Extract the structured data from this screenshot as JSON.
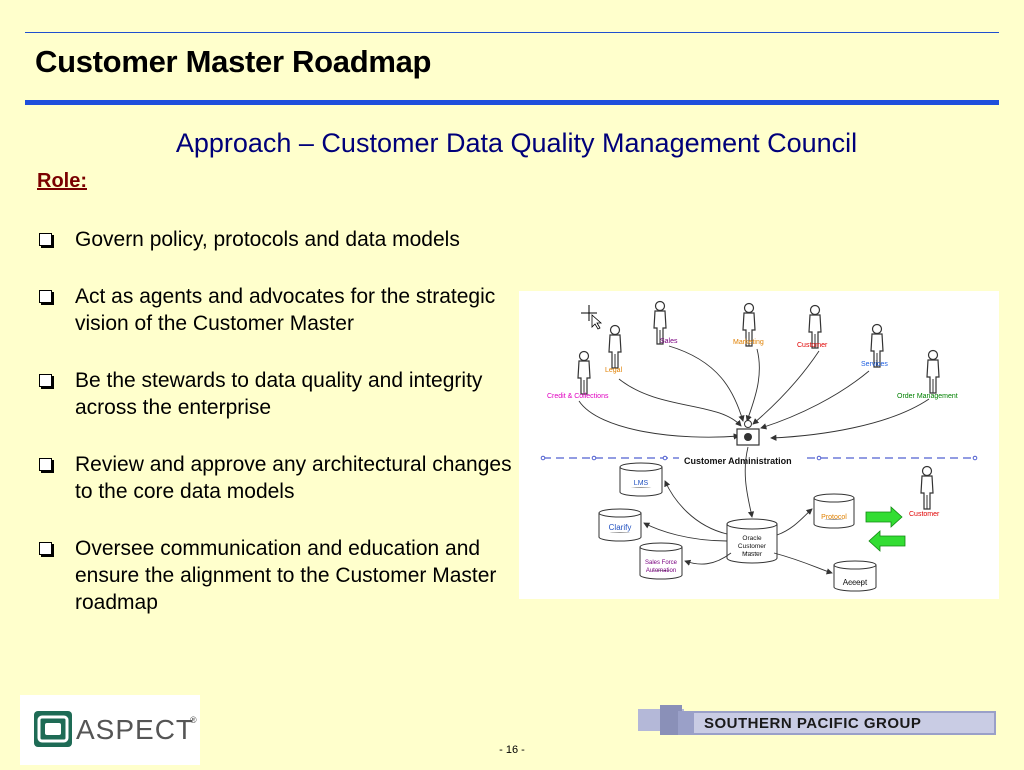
{
  "slide": {
    "title": "Customer Master Roadmap",
    "subtitle": "Approach – Customer Data Quality Management Council",
    "role_label": "Role:",
    "bullets": [
      "Govern policy, protocols and data models",
      "Act as agents and advocates for the strategic vision of the Customer Master",
      "Be the stewards to data quality and integrity across the enterprise",
      "Review and approve any architectural changes to the core data models",
      "Oversee communication and education and ensure the alignment to the Customer Master roadmap"
    ],
    "page_number": "- 16 -"
  },
  "diagram": {
    "actors": {
      "sales": "Sales",
      "marketing": "Marketing",
      "customer_top": "Customer",
      "services": "Services",
      "legal": "Legal",
      "credit": "Credit & Collections",
      "order_mgmt": "Order Management",
      "customer_right": "Customer"
    },
    "hub": "Customer Administration",
    "systems": {
      "lms": "LMS",
      "clarify": "Clarify",
      "sfa_line1": "Sales Force",
      "sfa_line2": "Automation",
      "ocm_line1": "Oracle",
      "ocm_line2": "Customer",
      "ocm_line3": "Master",
      "protocol": "Protocol",
      "accept": "Accept"
    }
  },
  "logos": {
    "aspect": "ASPECT",
    "aspect_mark": "®",
    "spg": "SOUTHERN PACIFIC GROUP"
  },
  "colors": {
    "background": "#ffffcc",
    "title_rule": "#1f4fdc",
    "subtitle": "#00007a",
    "role": "#7a0000",
    "sales": "#7a0080",
    "marketing": "#e08000",
    "customer": "#e00000",
    "services": "#2060e0",
    "credit": "#e000c0",
    "order": "#008000",
    "system_blue": "#2050c0"
  }
}
